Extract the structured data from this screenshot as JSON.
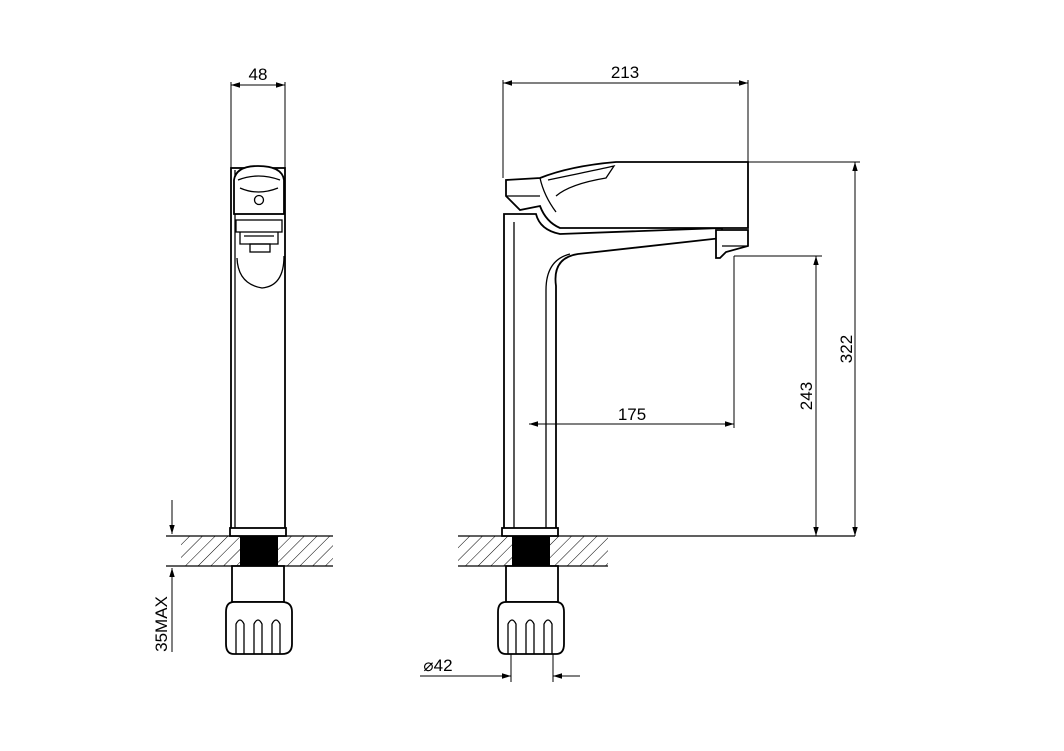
{
  "dimensions": {
    "side_width": "48",
    "total_width": "213",
    "total_height": "322",
    "spout_height": "243",
    "spout_reach": "175",
    "mount_thickness": "35MAX",
    "hole_diameter": "⌀42"
  },
  "colors": {
    "line": "#000000",
    "background": "#ffffff"
  }
}
